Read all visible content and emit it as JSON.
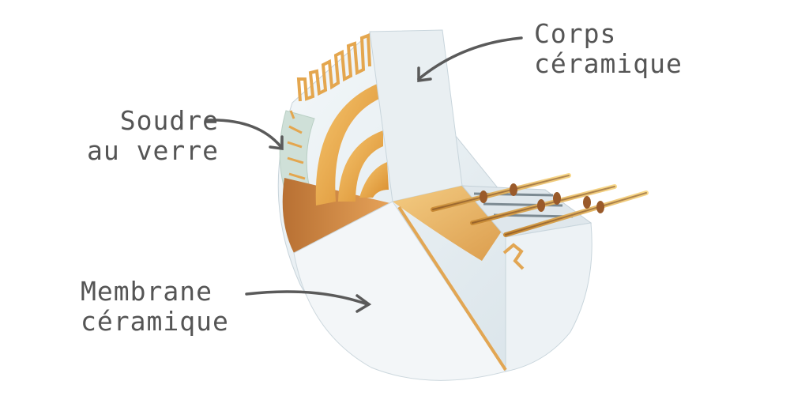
{
  "labels": {
    "corps": {
      "line1": "Corps",
      "line2": "céramique"
    },
    "soudre": {
      "line1": "Soudre",
      "line2": "au verre"
    },
    "membrane": {
      "line1": "Membrane",
      "line2": "céramique"
    }
  },
  "colors": {
    "ceramic": "#e6edf1",
    "gold": "#e8a44a",
    "copper": "#c98845",
    "label_text": "#555555"
  }
}
